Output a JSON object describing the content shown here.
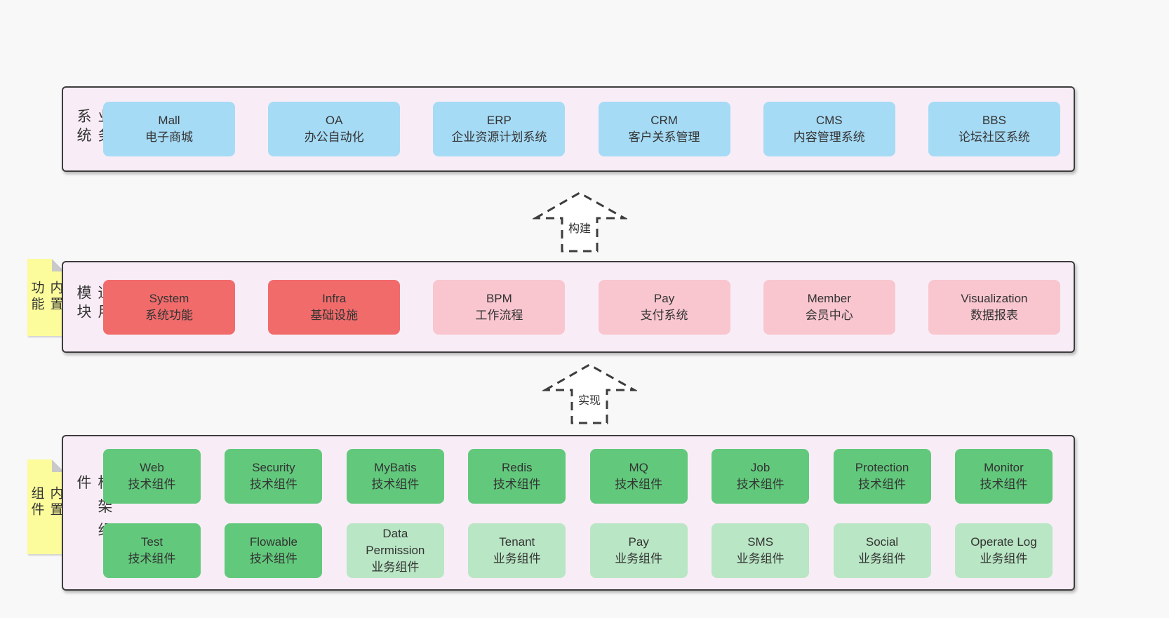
{
  "colors": {
    "page_background": "#f8f8f8",
    "container_fill": "#f8edf6",
    "container_border": "#3d3d3d",
    "blue_box": "#a6dbf5",
    "red_box": "#f16b6b",
    "pink_box": "#f9c6cf",
    "green_box": "#62c97c",
    "light_green_box": "#b9e6c4",
    "note_yellow": "#fcfc9c",
    "note_fold_gray": "#c9c9c9",
    "text": "#333333"
  },
  "arrows": [
    {
      "label": "构建"
    },
    {
      "label": "实现"
    }
  ],
  "layers": [
    {
      "label": "业务系统",
      "rows": [
        [
          {
            "title": "Mall",
            "subtitle": "电子商城",
            "color": "blue"
          },
          {
            "title": "OA",
            "subtitle": "办公自动化",
            "color": "blue"
          },
          {
            "title": "ERP",
            "subtitle": "企业资源计划系统",
            "color": "blue"
          },
          {
            "title": "CRM",
            "subtitle": "客户关系管理",
            "color": "blue"
          },
          {
            "title": "CMS",
            "subtitle": "内容管理系统",
            "color": "blue"
          },
          {
            "title": "BBS",
            "subtitle": "论坛社区系统",
            "color": "blue"
          }
        ]
      ]
    },
    {
      "label": "通用模块",
      "note": "内置功能",
      "rows": [
        [
          {
            "title": "System",
            "subtitle": "系统功能",
            "color": "red"
          },
          {
            "title": "Infra",
            "subtitle": "基础设施",
            "color": "red"
          },
          {
            "title": "BPM",
            "subtitle": "工作流程",
            "color": "pink"
          },
          {
            "title": "Pay",
            "subtitle": "支付系统",
            "color": "pink"
          },
          {
            "title": "Member",
            "subtitle": "会员中心",
            "color": "pink"
          },
          {
            "title": "Visualization",
            "subtitle": "数据报表",
            "color": "pink"
          }
        ]
      ]
    },
    {
      "label": "框架组件",
      "note": "内置组件",
      "rows": [
        [
          {
            "title": "Web",
            "subtitle": "技术组件",
            "color": "green"
          },
          {
            "title": "Security",
            "subtitle": "技术组件",
            "color": "green"
          },
          {
            "title": "MyBatis",
            "subtitle": "技术组件",
            "color": "green"
          },
          {
            "title": "Redis",
            "subtitle": "技术组件",
            "color": "green"
          },
          {
            "title": "MQ",
            "subtitle": "技术组件",
            "color": "green"
          },
          {
            "title": "Job",
            "subtitle": "技术组件",
            "color": "green"
          },
          {
            "title": "Protection",
            "subtitle": "技术组件",
            "color": "green"
          },
          {
            "title": "Monitor",
            "subtitle": "技术组件",
            "color": "green"
          }
        ],
        [
          {
            "title": "Test",
            "subtitle": "技术组件",
            "color": "green"
          },
          {
            "title": "Flowable",
            "subtitle": "技术组件",
            "color": "green"
          },
          {
            "title": "Data\nPermission",
            "subtitle": "业务组件",
            "color": "green-light"
          },
          {
            "title": "Tenant",
            "subtitle": "业务组件",
            "color": "green-light"
          },
          {
            "title": "Pay",
            "subtitle": "业务组件",
            "color": "green-light"
          },
          {
            "title": "SMS",
            "subtitle": "业务组件",
            "color": "green-light"
          },
          {
            "title": "Social",
            "subtitle": "业务组件",
            "color": "green-light"
          },
          {
            "title": "Operate Log",
            "subtitle": "业务组件",
            "color": "green-light"
          }
        ]
      ]
    }
  ]
}
